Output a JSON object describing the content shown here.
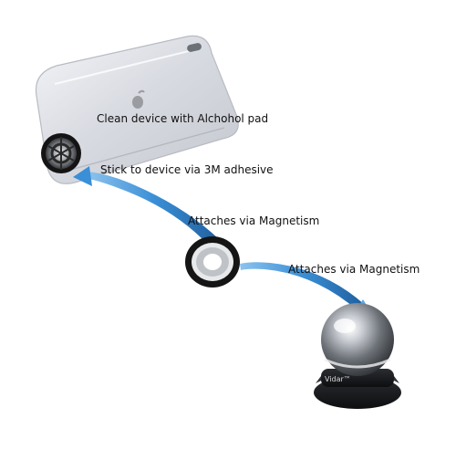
{
  "annotations": {
    "clean": "Clean device with Alchohol pad",
    "stick": "Stick to device via 3M adhesive",
    "attach_plate": "Attaches via Magnetism",
    "attach_mount": "Attaches via Magnetism"
  },
  "mount_brand": "Vidar™",
  "colors": {
    "arrow_fill": "#3b8fd6",
    "arrow_dark": "#1f5f9e",
    "phone_body": "#e6e7ec",
    "ring_dark": "#151515",
    "chrome": "#bfc3c8",
    "background": "#ffffff"
  }
}
